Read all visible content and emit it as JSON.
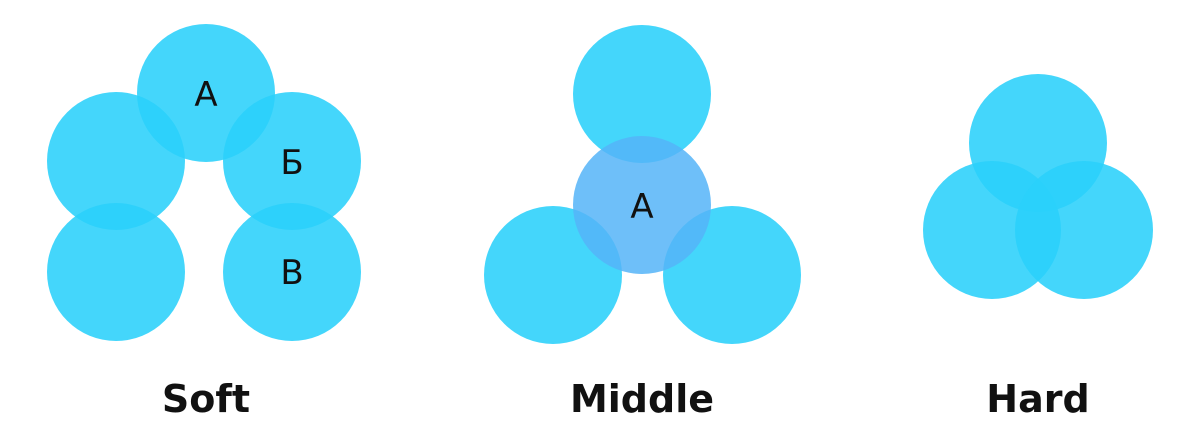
{
  "colors": {
    "circle_fill": "#2ad0fb",
    "circle_fill_opacity": 0.88,
    "highlight_fill": "#55b4f8",
    "label_color": "#111111",
    "background": "#ffffff"
  },
  "groups": [
    {
      "title": "Soft",
      "circles": [
        "",
        "A",
        "Б",
        "",
        "",
        "B"
      ]
    },
    {
      "title": "Middle",
      "circles": [
        "",
        "A",
        "",
        ""
      ]
    },
    {
      "title": "Hard",
      "circles": [
        "",
        "",
        ""
      ]
    }
  ]
}
